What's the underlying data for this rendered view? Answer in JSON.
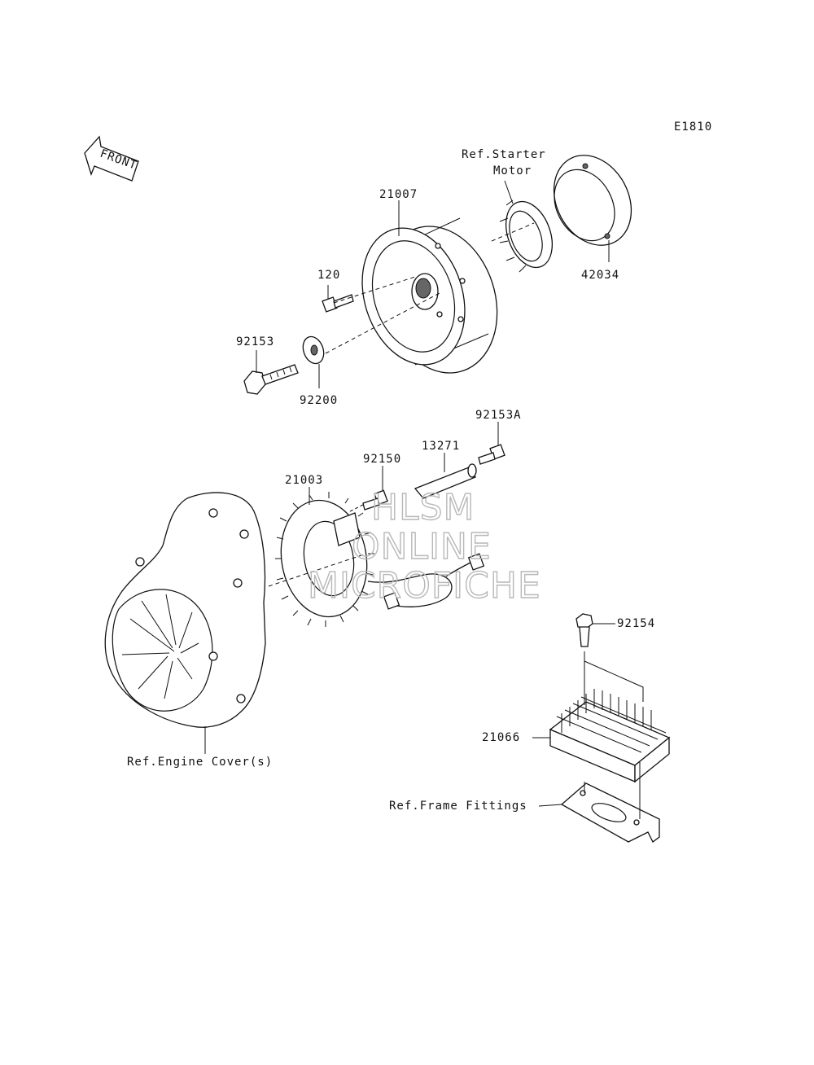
{
  "diagram_code": "E1810",
  "front_label": "FRONT",
  "watermark": [
    "HLSM",
    "ONLINE",
    "MICROFICHE"
  ],
  "labels": {
    "starter_ref_line1": "Ref.Starter",
    "starter_ref_line2": "Motor",
    "p21007": "21007",
    "p42034": "42034",
    "p120": "120",
    "p92153": "92153",
    "p92200": "92200",
    "p92153a": "92153A",
    "p13271": "13271",
    "p92150": "92150",
    "p21003": "21003",
    "p92154": "92154",
    "p21066": "21066",
    "engine_cover_ref": "Ref.Engine Cover(s)",
    "frame_fittings_ref": "Ref.Frame Fittings"
  }
}
